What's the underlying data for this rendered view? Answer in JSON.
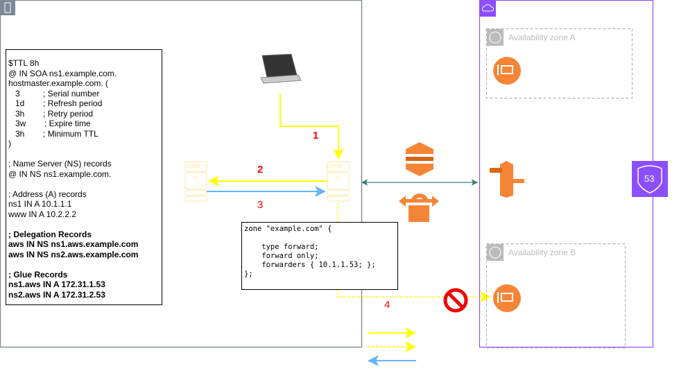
{
  "onprem": {
    "zone_file": {
      "lines": [
        "$TTL 8h",
        "@ IN SOA ns1.example.com.",
        "hostmaster.example.com. (",
        "   3          ; Serial number",
        "   1d        ; Refresh period",
        "   3h        ; Retry period",
        "   3w        ; Expire time",
        "   3h        ; Minimum TTL",
        ")",
        "",
        "; Name Server (NS) records",
        "@ IN NS ns1.example.com.",
        "",
        "; Address (A) records",
        "ns1 IN A 10.1.1.1",
        "www IN A 10.2.2.2",
        ""
      ],
      "bold_lines": [
        "; Delegation Records",
        "aws IN NS ns1.aws.example.com",
        "aws IN NS ns2.aws.example.com",
        "",
        "; Glue Records",
        "ns1.aws IN A 172.31.1.53",
        "ns2.aws IN A 172.31.2.53"
      ]
    },
    "dns_label": "DNS",
    "forward_config": "zone \"example.com\" {\n\n    type forward;\n    forward only;\n    forwarders { 10.1.1.53; };\n};"
  },
  "steps": {
    "s1": "1",
    "s2": "2",
    "s3": "3",
    "s4": "4"
  },
  "aws": {
    "az_a": "Availability zone A",
    "az_b": "Availability zone B",
    "route53": "53"
  },
  "colors": {
    "query": "#ffff00",
    "response": "#66b2ff",
    "aws_purple": "#8c4fff",
    "aws_orange": "#f58536",
    "step_label": "#ff0000",
    "link": "#3c7c7c"
  }
}
